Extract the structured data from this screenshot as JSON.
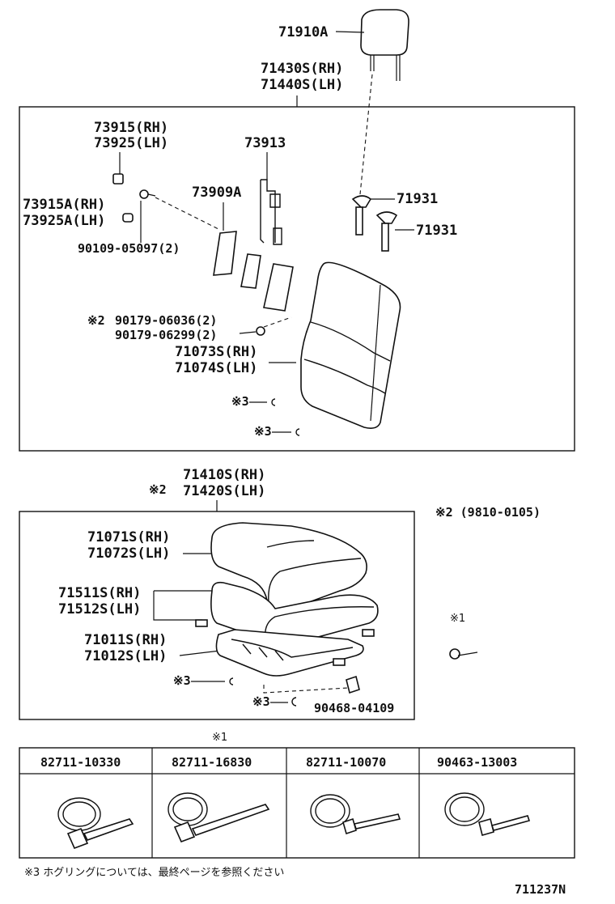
{
  "headrest": {
    "part": "71910A"
  },
  "seatback_assy": {
    "rh": "71430S(RH)",
    "lh": "71440S(LH)"
  },
  "back_parts": {
    "cover_rh": "73915(RH)",
    "cover_lh": "73925(LH)",
    "p73913": "73913",
    "cap_rh": "73915A(RH)",
    "cap_lh": "73925A(LH)",
    "p73909a": "73909A",
    "bolt": "90109-05097(2)",
    "support1": "71931",
    "support2": "71931",
    "nut1": "90179-06036(2)",
    "nut2": "90179-06299(2)",
    "note2_mark": "※2",
    "back_cover_rh": "71073S(RH)",
    "back_cover_lh": "71074S(LH)",
    "hog_mark_a": "※3",
    "hog_mark_b": "※3"
  },
  "cushion_assy": {
    "mark": "※2",
    "rh": "71410S(RH)",
    "lh": "71420S(LH)"
  },
  "cushion_parts": {
    "cover_rh": "71071S(RH)",
    "cover_lh": "71072S(LH)",
    "pad_rh": "71511S(RH)",
    "pad_lh": "71512S(LH)",
    "frame_rh": "71011S(RH)",
    "frame_lh": "71012S(LH)",
    "hog_mark_a": "※3",
    "hog_mark_b": "※3",
    "clip": "90468-04109"
  },
  "period_note": "※2 (9810-0105)",
  "note1_mark": "※1",
  "note1_table_mark": "※1",
  "clamps": [
    "82711-10330",
    "82711-16830",
    "82711-10070",
    "90463-13003"
  ],
  "footnote": "※3  ホグリングについては、最終ページを参照ください",
  "drawing_code": "711237N"
}
